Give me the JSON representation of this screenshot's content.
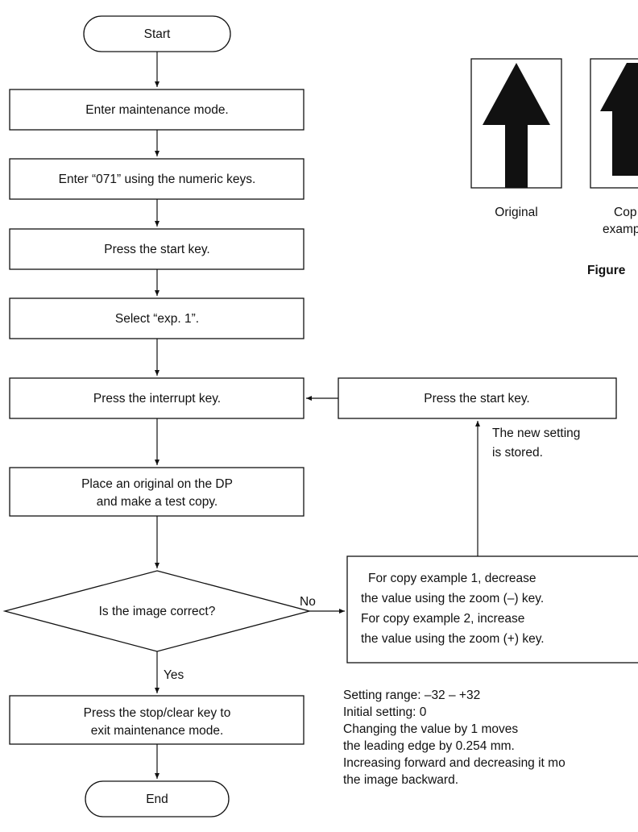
{
  "flowchart": {
    "start": "Start",
    "steps": [
      "Enter maintenance mode.",
      "Enter “071” using the numeric keys.",
      "Press the start key.",
      "Select “exp. 1”.",
      "Press the interrupt key.",
      [
        "Place an original on the DP",
        "and make a test copy."
      ]
    ],
    "decision": "Is the image correct?",
    "yes_label": "Yes",
    "no_label": "No",
    "adjust_box": [
      "For copy example 1, decrease",
      "the value using the zoom (–) key.",
      "For copy example 2, increase",
      "the value using the zoom (+) key."
    ],
    "store_note": [
      "The new setting",
      "is stored."
    ],
    "side_start_key": "Press the start key.",
    "exit_step": [
      "Press the stop/clear key to",
      "exit maintenance mode."
    ],
    "end": "End"
  },
  "settings_note": [
    "Setting range: –32 – +32",
    "Initial setting: 0",
    "Changing the value by 1 moves",
    "the leading edge by 0.254 mm.",
    "Increasing forward and decreasing it mo",
    "the image backward."
  ],
  "figure": {
    "original_label": "Original",
    "copy_label": [
      "Cop",
      "examp"
    ],
    "caption": "Figure"
  },
  "colors": {
    "ink": "#111111",
    "background": "#ffffff"
  }
}
